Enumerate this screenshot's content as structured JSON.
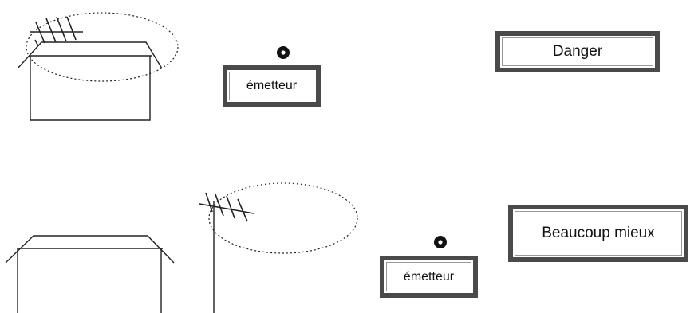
{
  "diagram": {
    "top_row": {
      "emitter_label": "émetteur",
      "danger_label": "Danger"
    },
    "bottom_row": {
      "emitter_label": "émetteur",
      "better_label": "Beaucoup mieux"
    }
  },
  "colors": {
    "stroke": "#222222",
    "frame": "#4a4a4a"
  }
}
